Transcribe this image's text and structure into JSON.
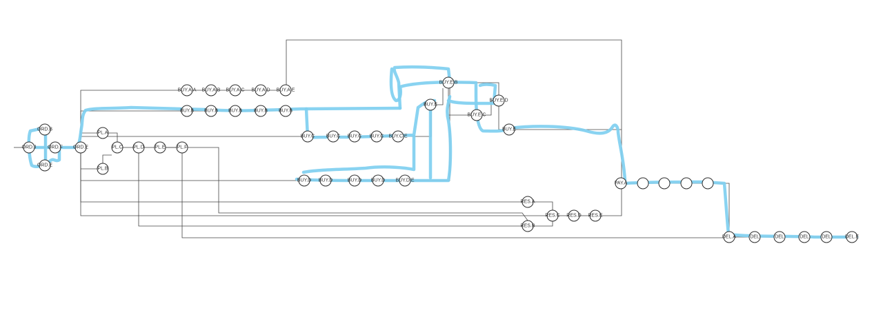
{
  "colors": {
    "highlight": "#7fcff0",
    "edge": "#444444",
    "node_stroke": "#2a2a2a"
  },
  "nodes": {
    "ORD_B": "ORD.B",
    "ORD_J": "ORD.J",
    "ORD_F": "ORD.F",
    "ORD_E": "ORD.E",
    "ORD_E2": "ORD.E",
    "PL_A": "PL.A",
    "PL_C": "PL.C",
    "PL_B": "PL.B",
    "PL_D": "PL.D",
    "PL_E": "PL.E",
    "PL_F": "PL.F",
    "BUY_AA": "BUY.A.A",
    "BUY_AB": "BUY.A.B",
    "BUY_AC": "BUY.A.C",
    "BUY_AD": "BUY.A.D",
    "BUY_AE": "BUY.A.E",
    "BUY_B1": "BUY.B",
    "BUY_B2": "BUY.B",
    "BUY_B3": "BUY.B",
    "BUY_B4": "BUY.B",
    "BUY_B5": "BUY.B",
    "BUY_C1": "BUY.C",
    "BUY_C2": "BUY.C",
    "BUY_C3": "BUY.C",
    "BUY_C4": "BUY.C",
    "BUY_CE": "BUY.C.E",
    "BUY_D1": "BUY.D",
    "BUY_D2": "BUY.D",
    "BUY_D3": "BUY.D",
    "BUY_D4": "BUY.D",
    "BUY_DE": "BUY.D.E",
    "BUY_EB": "BUY.E.B",
    "BUY_E": "BUY.E",
    "BUY_ED": "BUY.E.D",
    "BUY_EC": "BUY.E.C",
    "BUY_E2": "BUY.E",
    "RES_A": "RES.A",
    "RES_C": "RES.C",
    "RES_D": "RES.D",
    "RES_E": "RES.E",
    "RES_B": "RES.B",
    "PAY_A": "PAY.A",
    "PAY_2": "",
    "PAY_3": "",
    "PAY_4": "",
    "PAY_5": "",
    "DEL_A": "DEL.A",
    "DEL_2": "DEL",
    "DEL_3": "DEL",
    "DEL_4": "DEL",
    "DEL_5": "DEL",
    "DEL_E": "DEL.E"
  }
}
